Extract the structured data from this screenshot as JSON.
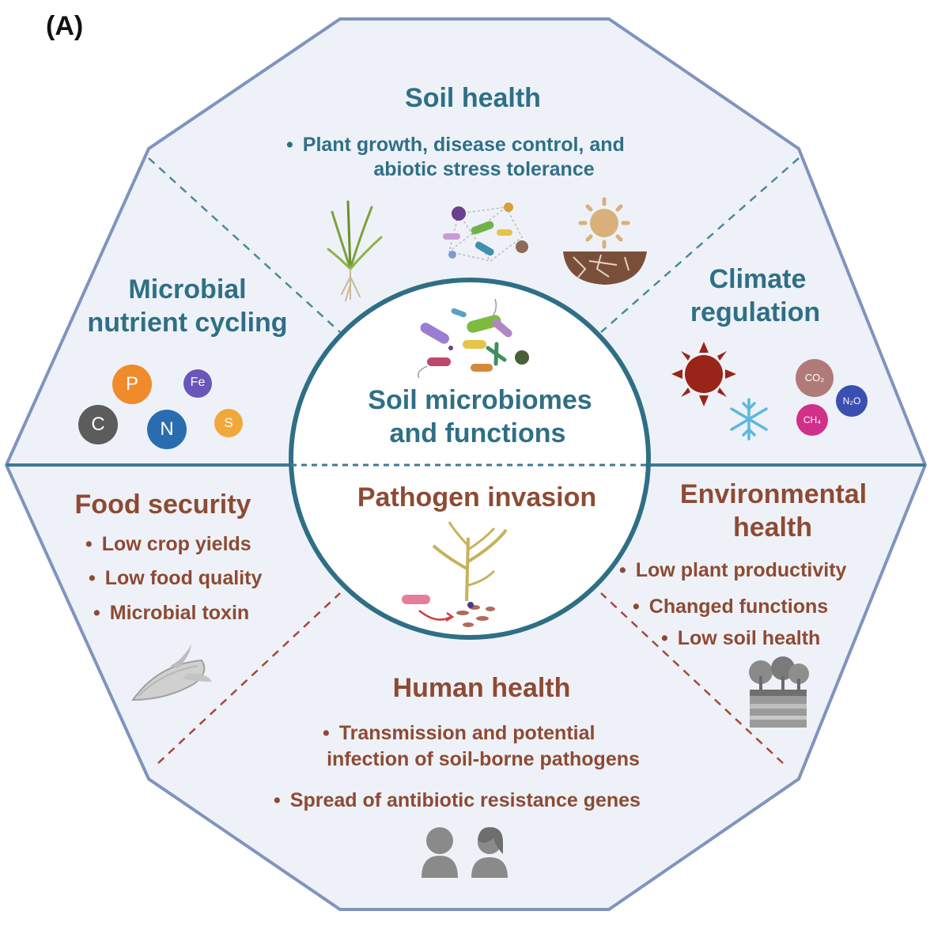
{
  "panel_label": "(A)",
  "center": {
    "top_title_line1": "Soil microbiomes",
    "top_title_line2": "and functions",
    "bottom_title": "Pathogen invasion"
  },
  "soil_health": {
    "title": "Soil health",
    "bullet_line1": "Plant growth, disease control, and",
    "bullet_line2": "abiotic stress tolerance"
  },
  "nutrient_cycling": {
    "title_line1": "Microbial",
    "title_line2": "nutrient cycling",
    "elements": [
      "P",
      "Fe",
      "C",
      "N",
      "S"
    ]
  },
  "climate": {
    "title_line1": "Climate",
    "title_line2": "regulation",
    "gases": [
      "CO₂",
      "N₂O",
      "CH₄"
    ]
  },
  "food_security": {
    "title": "Food security",
    "bullets": [
      "Low crop yields",
      "Low food quality",
      "Microbial toxin"
    ]
  },
  "environmental_health": {
    "title_line1": "Environmental",
    "title_line2": "health",
    "bullets": [
      "Low plant productivity",
      "Changed functions",
      "Low soil health"
    ]
  },
  "human_health": {
    "title": "Human health",
    "bullet1_line1": "Transmission and potential",
    "bullet1_line2": "infection of soil-borne pathogens",
    "bullet2": "Spread of antibiotic resistance genes"
  },
  "colors": {
    "teal": "#2f6f86",
    "rust": "#8e4a33",
    "octagon_fill": "#eef2f8",
    "octagon_border": "#7f94bd"
  },
  "icons": [
    "grass-plant-icon",
    "microbe-network-icon",
    "drought-sun-icon",
    "microbes-icon",
    "corn-plant-pathogen-icon",
    "hot-sun-icon",
    "snowflake-icon",
    "corn-cob-icon",
    "polluted-soil-icon",
    "people-icon"
  ]
}
